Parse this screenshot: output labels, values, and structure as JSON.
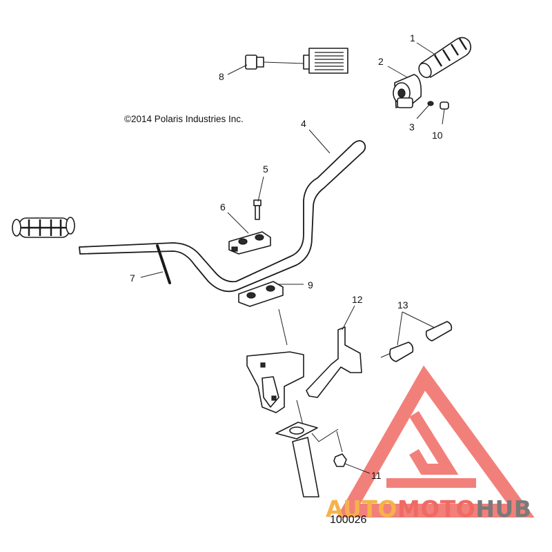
{
  "copyright": "©2014 Polaris Industries Inc.",
  "document_number": "100026",
  "callouts": [
    {
      "id": "1",
      "label": "1"
    },
    {
      "id": "2",
      "label": "2"
    },
    {
      "id": "3",
      "label": "3"
    },
    {
      "id": "4",
      "label": "4"
    },
    {
      "id": "5",
      "label": "5"
    },
    {
      "id": "6",
      "label": "6"
    },
    {
      "id": "7",
      "label": "7"
    },
    {
      "id": "8",
      "label": "8"
    },
    {
      "id": "9",
      "label": "9"
    },
    {
      "id": "10",
      "label": "10"
    },
    {
      "id": "11",
      "label": "11"
    },
    {
      "id": "12",
      "label": "12"
    },
    {
      "id": "13",
      "label": "13"
    }
  ],
  "watermark": {
    "part1": "AUTO",
    "part2": "MOTO",
    "part3": "HUB",
    "color_orange": "#f6b24a",
    "color_red": "#f06a63",
    "color_grey": "#7a7a7a"
  }
}
